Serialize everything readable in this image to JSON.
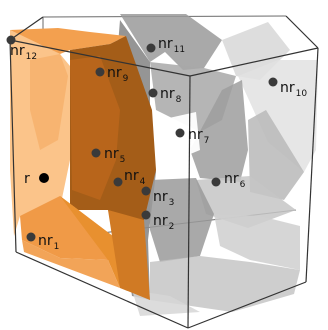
{
  "colors": {
    "background": "#ffffff",
    "edge": "#333333",
    "orange_light": "#fbc48a",
    "orange_mid": "#f3a04f",
    "orange_dark": "#c9701c",
    "orange_deep": "#a35b16",
    "gray_light": "#d6d6d6",
    "gray_mid": "#b0b0b0",
    "gray_dark": "#8f8f8f",
    "point_dark": "#3a3a3a",
    "point_black": "#000000"
  },
  "points": [
    {
      "id": "r",
      "base": "r",
      "sub": ""
    },
    {
      "id": "nr1",
      "base": "nr",
      "sub": "1"
    },
    {
      "id": "nr2",
      "base": "nr",
      "sub": "2"
    },
    {
      "id": "nr3",
      "base": "nr",
      "sub": "3"
    },
    {
      "id": "nr4",
      "base": "nr",
      "sub": "4"
    },
    {
      "id": "nr5",
      "base": "nr",
      "sub": "5"
    },
    {
      "id": "nr6",
      "base": "nr",
      "sub": "6"
    },
    {
      "id": "nr7",
      "base": "nr",
      "sub": "7"
    },
    {
      "id": "nr8",
      "base": "nr",
      "sub": "8"
    },
    {
      "id": "nr9",
      "base": "nr",
      "sub": "9"
    },
    {
      "id": "nr10",
      "base": "nr",
      "sub": "10"
    },
    {
      "id": "nr11",
      "base": "nr",
      "sub": "11"
    },
    {
      "id": "nr12",
      "base": "nr",
      "sub": "12"
    }
  ]
}
